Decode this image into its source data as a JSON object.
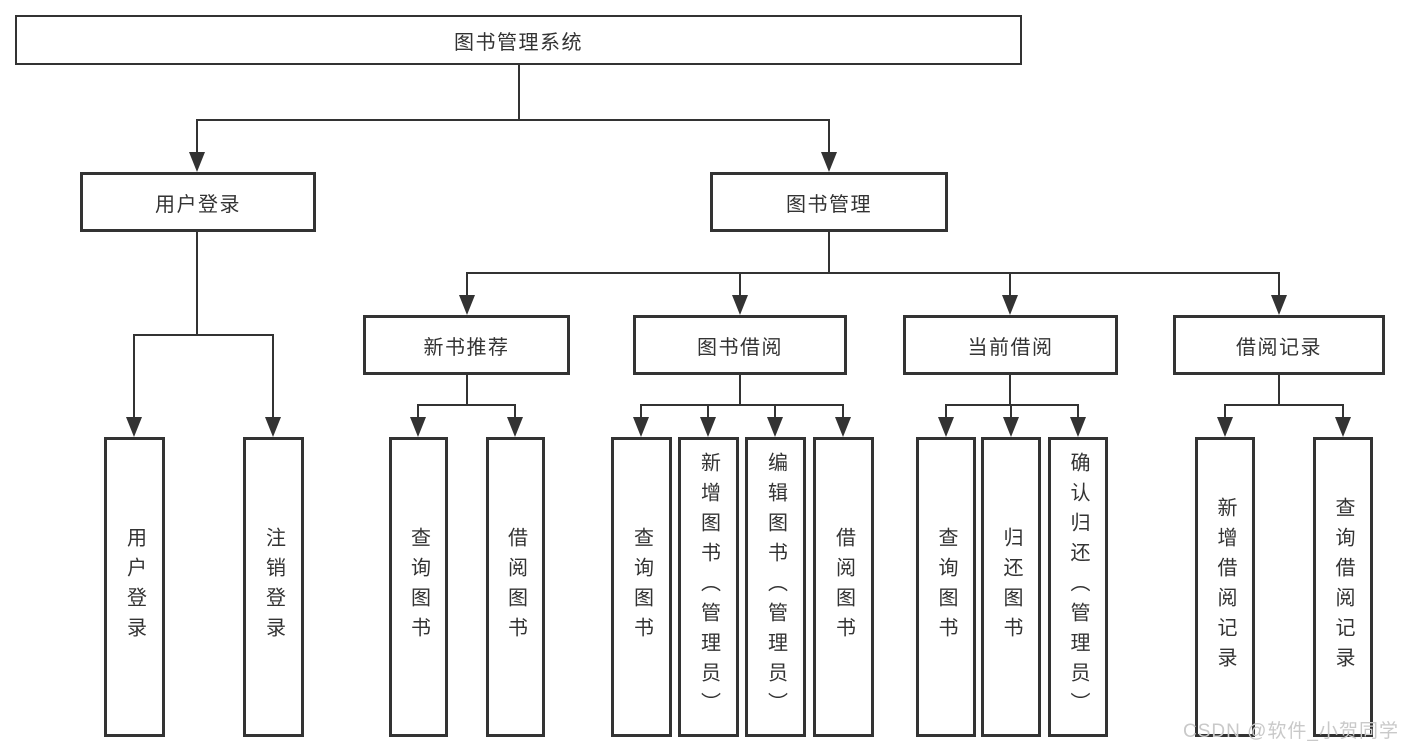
{
  "nodes": {
    "root": {
      "label": "图书管理系统"
    },
    "user_login": {
      "label": "用户登录"
    },
    "book_mgmt": {
      "label": "图书管理"
    },
    "new_book_recommend": {
      "label": "新书推荐"
    },
    "book_borrow": {
      "label": "图书借阅"
    },
    "current_borrow": {
      "label": "当前借阅"
    },
    "borrow_records": {
      "label": "借阅记录"
    },
    "leaf_user_login": {
      "label": "用户登录"
    },
    "leaf_logout": {
      "label": "注销登录"
    },
    "leaf_query_book_recommend": {
      "label": "查询图书"
    },
    "leaf_borrow_book_recommend": {
      "label": "借阅图书"
    },
    "leaf_query_book_borrow": {
      "label": "查询图书"
    },
    "leaf_add_book_admin": {
      "label": "新增图书（管理员）"
    },
    "leaf_edit_book_admin": {
      "label": "编辑图书（管理员）"
    },
    "leaf_borrow_book_borrow": {
      "label": "借阅图书"
    },
    "leaf_query_book_current": {
      "label": "查询图书"
    },
    "leaf_return_book": {
      "label": "归还图书"
    },
    "leaf_confirm_return_admin": {
      "label": "确认归还（管理员）"
    },
    "leaf_add_borrow_record": {
      "label": "新增借阅记录"
    },
    "leaf_query_borrow_record": {
      "label": "查询借阅记录"
    }
  },
  "watermark": {
    "text": "CSDN @软件_小贺同学"
  },
  "colors": {
    "line": "#333333",
    "text": "#333333",
    "watermark": "#c9c9c9",
    "background": "#ffffff"
  }
}
